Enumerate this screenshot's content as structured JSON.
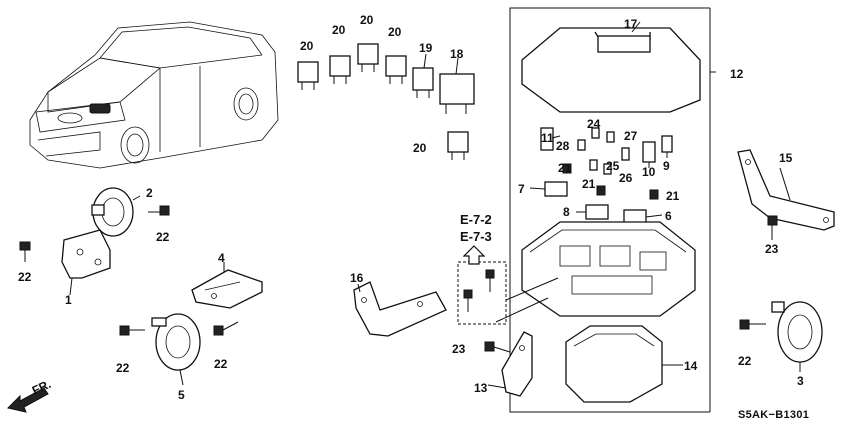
{
  "diagram": {
    "code": "S5AK−B1301",
    "direction_label": "FR.",
    "refs": [
      "E-7-2",
      "E-7-3"
    ],
    "callouts": {
      "p1": "1",
      "p2": "2",
      "p3": "3",
      "p4": "4",
      "p5": "5",
      "p6": "6",
      "p7": "7",
      "p8": "8",
      "p9": "9",
      "p10": "10",
      "p11": "11",
      "p12": "12",
      "p13": "13",
      "p14": "14",
      "p15": "15",
      "p16": "16",
      "p17": "17",
      "p18": "18",
      "p19": "19",
      "p20a": "20",
      "p20b": "20",
      "p20c": "20",
      "p20d": "20",
      "p20e": "20",
      "p21a": "21",
      "p21b": "21",
      "p21c": "21",
      "p22a": "22",
      "p22b": "22",
      "p22c": "22",
      "p22d": "22",
      "p22e": "22",
      "p23a": "23",
      "p23b": "23",
      "p24": "24",
      "p25": "25",
      "p26": "26",
      "p27": "27",
      "p28": "28"
    }
  }
}
